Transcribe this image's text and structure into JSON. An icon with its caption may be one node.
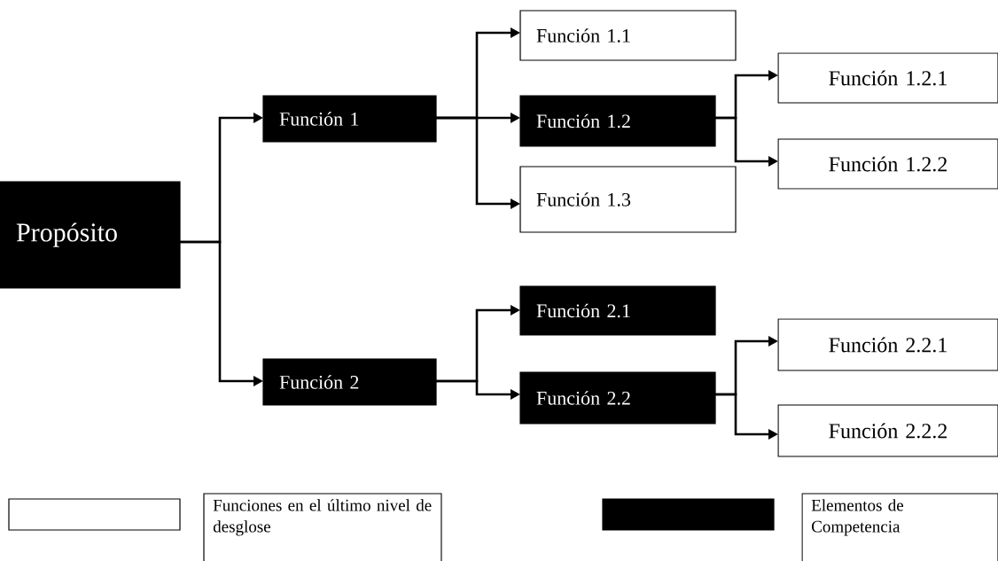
{
  "diagram": {
    "nodes": [
      {
        "text": [
          "Propósito"
        ]
      },
      {
        "text": [
          "Función 1"
        ]
      },
      {
        "text": [
          "Función 1.1"
        ]
      },
      {
        "text": [
          "Función 1.2"
        ]
      },
      {
        "text": [
          "Función 1.3"
        ]
      },
      {
        "text": [
          "Función 1.2.1"
        ]
      },
      {
        "text": [
          "Función 1.2.2"
        ]
      },
      {
        "text": [
          "Función 2"
        ]
      },
      {
        "text": [
          "Función 2.1"
        ]
      },
      {
        "text": [
          "Función 2.2"
        ]
      },
      {
        "text": [
          "Función 2.2.1"
        ]
      },
      {
        "text": [
          "Función 2.2.2"
        ]
      }
    ],
    "edges": [
      {
        "from": 0,
        "to": 1,
        "arrow": "to"
      },
      {
        "from": 0,
        "to": 7,
        "arrow": "to"
      },
      {
        "from": 1,
        "to": 2,
        "arrow": "to"
      },
      {
        "from": 1,
        "to": 3,
        "arrow": "to"
      },
      {
        "from": 1,
        "to": 4,
        "arrow": "to"
      },
      {
        "from": 3,
        "to": 5,
        "arrow": "to"
      },
      {
        "from": 3,
        "to": 6,
        "arrow": "to"
      },
      {
        "from": 7,
        "to": 8,
        "arrow": "to"
      },
      {
        "from": 7,
        "to": 9,
        "arrow": "to"
      },
      {
        "from": 9,
        "to": 10,
        "arrow": "to"
      },
      {
        "from": 9,
        "to": 11,
        "arrow": "to"
      }
    ],
    "legend": [
      {
        "text": "Funciones en el último nivel de desglose"
      },
      {
        "text": "Elementos de Competencia",
        "color": "#000000"
      }
    ]
  }
}
